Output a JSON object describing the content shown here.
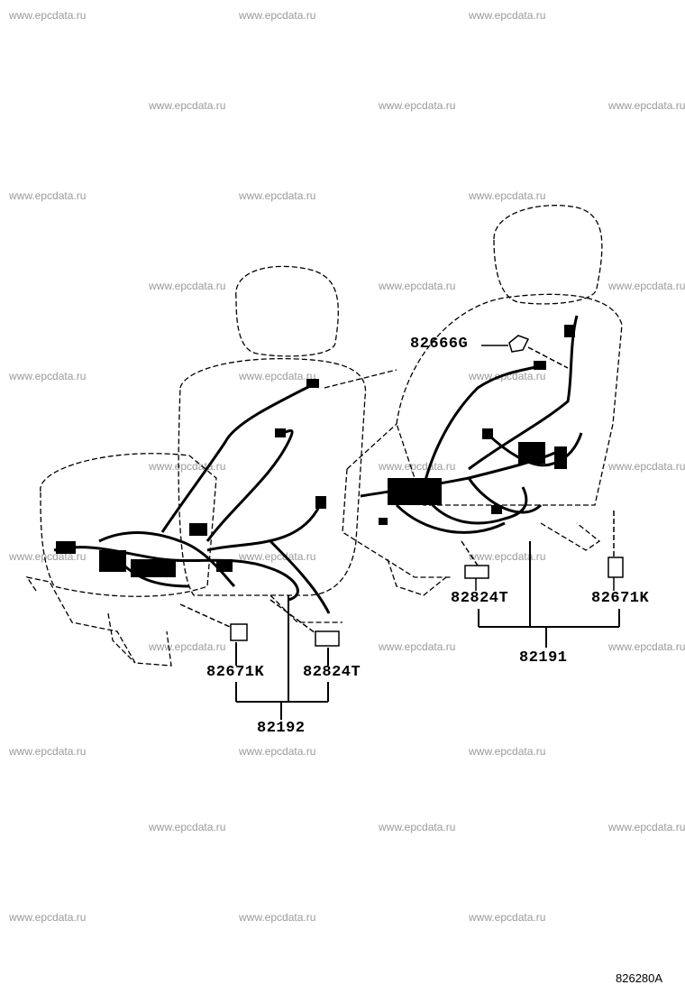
{
  "watermark": "www.epcdata.ru",
  "figure_id": "826280A",
  "parts": {
    "p82666G": "82666G",
    "p82824T_right": "82824T",
    "p82671K_right": "82671K",
    "p82191": "82191",
    "p82671K_left": "82671K",
    "p82824T_left": "82824T",
    "p82192": "82192"
  }
}
